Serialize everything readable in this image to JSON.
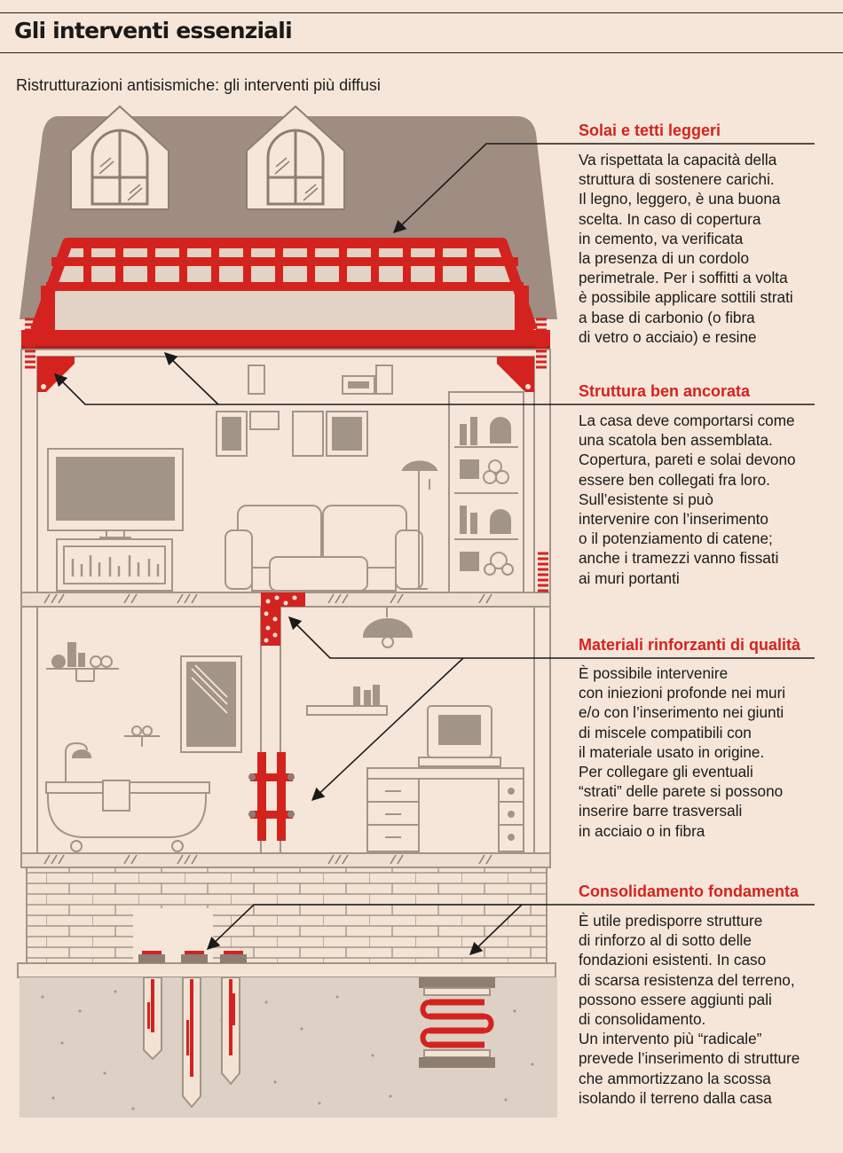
{
  "header": {
    "title": "Gli interventi essenziali",
    "subtitle": "Ristrutturazioni antisismiche: gli interventi più diffusi"
  },
  "colors": {
    "background": "#f6e6d9",
    "accent_red": "#d4231f",
    "roof": "#9f8d81",
    "wall_fill": "#f6e6d9",
    "line_art": "#a39488",
    "ground": "#ddd0c4"
  },
  "sections": [
    {
      "heading": "Solai e tetti leggeri",
      "lines": [
        "Va rispettata la capacità della",
        "struttura di sostenere carichi.",
        "Il legno, leggero, è una buona",
        "scelta. In caso di copertura",
        "in cemento, va verificata",
        "la presenza di un cordolo",
        "perimetrale. Per i soffitti a volta",
        "è possibile applicare sottili strati",
        "a base di carbonio (o fibra",
        "di vetro o acciaio) e resine"
      ]
    },
    {
      "heading": "Struttura ben ancorata",
      "lines": [
        "La casa deve comportarsi come",
        "una scatola ben assemblata.",
        "Copertura, pareti e solai devono",
        "essere ben collegati fra loro.",
        "Sull’esistente si può",
        "intervenire con l’inserimento",
        "o il potenziamento di catene;",
        "anche i tramezzi vanno fissati",
        "ai muri portanti"
      ]
    },
    {
      "heading": "Materiali rinforzanti di qualità",
      "lines": [
        "È possibile intervenire",
        "con iniezioni profonde nei muri",
        "e/o con l’inserimento nei giunti",
        "di miscele compatibili con",
        "il materiale usato in origine.",
        "Per collegare gli eventuali",
        "“strati” delle parete si possono",
        "inserire barre trasversali",
        "in acciaio o in fibra"
      ]
    },
    {
      "heading": "Consolidamento fondamenta",
      "lines": [
        "È utile predisporre strutture",
        "di rinforzo al di sotto delle",
        "fondazioni esistenti. In caso",
        "di scarsa resistenza del terreno,",
        "possono essere aggiunti pali",
        "di consolidamento.",
        "Un intervento più “radicale”",
        "prevede l’inserimento di strutture",
        "che ammortizzano la scossa",
        "isolando il terreno dalla casa"
      ]
    }
  ]
}
